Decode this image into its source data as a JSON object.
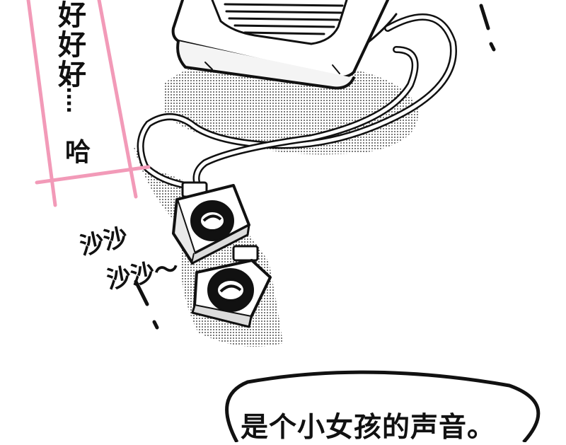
{
  "caption": {
    "vertical_text": "好好好",
    "dots": "……",
    "ha": "哈"
  },
  "sfx": {
    "first": "沙沙",
    "second": "沙沙～"
  },
  "speech_bubble": {
    "text": "是个小女孩的声音。"
  },
  "colors": {
    "ink": "#111111",
    "caption_border": "#f29ab8",
    "screentone": "#9a9a9a"
  }
}
